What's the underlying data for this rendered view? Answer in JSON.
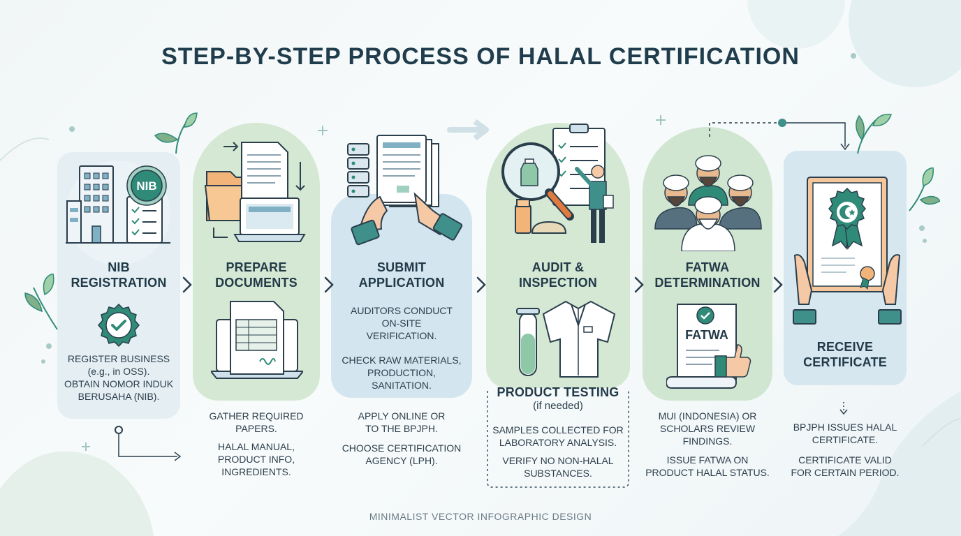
{
  "title": "STEP-BY-STEP PROCESS OF HALAL CERTIFICATION",
  "footer": "MINIMALIST VECTOR INFOGRAPHIC DESIGN",
  "colors": {
    "green": "#cfe6cf",
    "blue": "#d4e6ef",
    "teal": "#2f8a78",
    "dark": "#223a48"
  },
  "steps": {
    "nib": {
      "heading": [
        "NIB",
        "REGISTRATION"
      ],
      "badge": "NIB",
      "desc": [
        "REGISTER BUSINESS",
        "(e.g., in OSS).",
        "OBTAIN NOMOR INDUK",
        "BERUSAHA (NIB)."
      ]
    },
    "docs": {
      "heading": [
        "PREPARE",
        "DOCUMENTS"
      ],
      "desc1": [
        "GATHER REQUIRED",
        "PAPERS."
      ],
      "desc2": [
        "HALAL MANUAL,",
        "PRODUCT INFO,",
        "INGREDIENTS."
      ]
    },
    "submit": {
      "heading": [
        "SUBMIT",
        "APPLICATION"
      ],
      "desc1": [
        "AUDITORS CONDUCT",
        "ON-SITE",
        "VERIFICATION."
      ],
      "desc2": [
        "CHECK RAW MATERIALS,",
        "PRODUCTION,",
        "SANITATION."
      ],
      "desc3": [
        "APPLY ONLINE OR",
        "TO THE BPJPH."
      ],
      "desc4": [
        "CHOOSE CERTIFICATION",
        "AGENCY (LPH)."
      ]
    },
    "audit": {
      "heading": [
        "AUDIT &",
        "INSPECTION"
      ],
      "testing_heading": "PRODUCT TESTING",
      "testing_note": "(if needed)",
      "desc1": [
        "SAMPLES COLLECTED FOR",
        "LABORATORY ANALYSIS."
      ],
      "desc2": [
        "VERIFY NO NON-HALAL",
        "SUBSTANCES."
      ]
    },
    "fatwa": {
      "heading": [
        "FATWA",
        "DETERMINATION"
      ],
      "doc_label": "FATWA",
      "desc1": [
        "MUI (INDONESIA) OR",
        "SCHOLARS REVIEW",
        "FINDINGS."
      ],
      "desc2": [
        "ISSUE FATWA ON",
        "PRODUCT HALAL STATUS."
      ]
    },
    "receive": {
      "heading": [
        "RECEIVE",
        "CERTIFICATE"
      ],
      "desc1": [
        "BPJPH ISSUES HALAL",
        "CERTIFICATE."
      ],
      "desc2": [
        "CERTIFICATE VALID",
        "FOR CERTAIN PERIOD."
      ]
    }
  }
}
